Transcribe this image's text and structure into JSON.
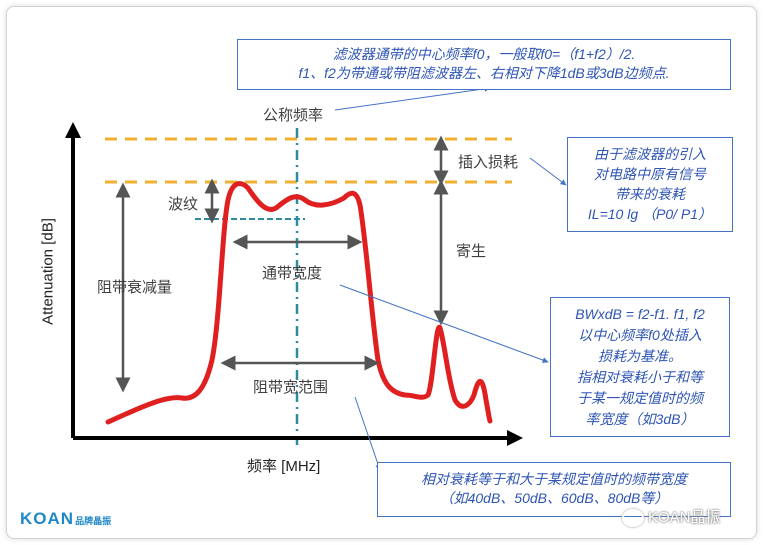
{
  "callout_top": {
    "line1": "滤波器通带的中心频率f0，一般取f0=（f1+f2）/2.",
    "line2": "f1、f2为带通或带阻滤波器左、右相对下降1dB或3dB边频点."
  },
  "callout_insertion": {
    "line1": "由于滤波器的引入",
    "line2": "对电路中原有信号",
    "line3": "带来的衰耗",
    "line4": "IL=10 lg （P0/ P1）"
  },
  "callout_bandwidth": {
    "line1": "BWxdB = f2-f1. f1, f2",
    "line2": "以中心频率f0处插入",
    "line3": "损耗为基准。",
    "line4": "指相对衰耗小于和等",
    "line5": "于某一规定值时的频",
    "line6": "率宽度（如3dB）"
  },
  "callout_bottom": {
    "line1": "相对衰耗等于和大于某规定值时的频带宽度",
    "line2": "（如40dB、50dB、60dB、80dB等）"
  },
  "labels": {
    "nominal_freq": "公称频率",
    "insertion_loss": "插入损耗",
    "ripple": "波纹",
    "passband_width": "通带宽度",
    "stopband_attenuation": "阻带衰减量",
    "spurious": "寄生",
    "stopband_width": "阻带宽范围",
    "y_axis": "Attenuation [dB]",
    "x_axis": "频率 [MHz]"
  },
  "logo": {
    "brand": "KOAN",
    "sub": "品牌晶振"
  },
  "watermark": "KOAN晶振",
  "colors": {
    "curve": "#e02020",
    "dashed_limits": "#f0b030",
    "center_line": "#2e8a9e",
    "callout_border": "#4472c4",
    "callout_text": "#2f55b4",
    "arrows": "#555555"
  }
}
